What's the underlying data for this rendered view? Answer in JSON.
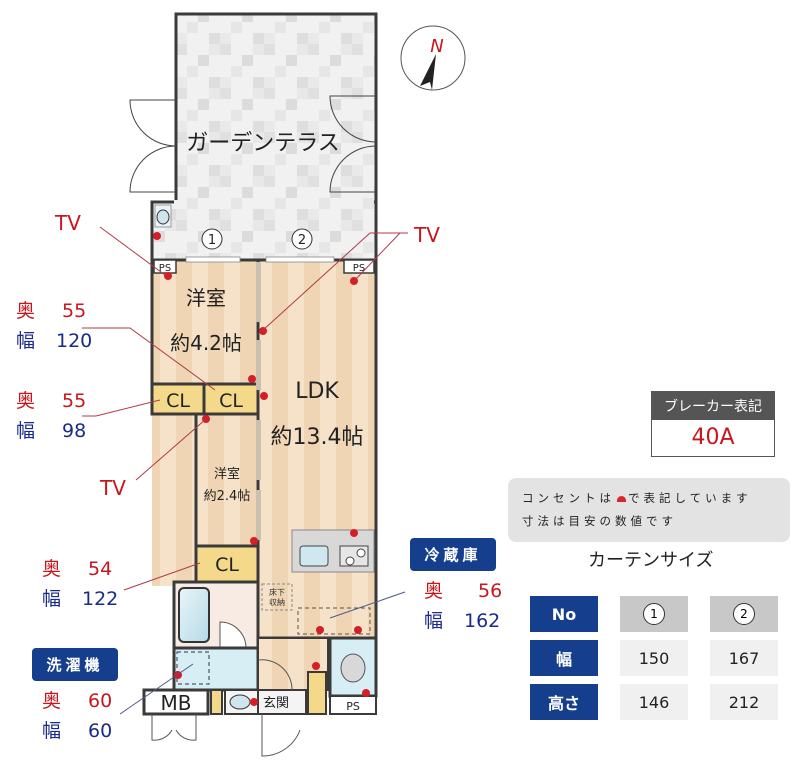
{
  "compass": {
    "label": "N"
  },
  "floorplan": {
    "garden_terrace": "ガーデンテラス",
    "window_markers": [
      "1",
      "2"
    ],
    "ps_label": "PS",
    "room_western_1": {
      "name": "洋室",
      "size": "約4.2帖"
    },
    "room_western_2": {
      "name": "洋室",
      "size": "約2.4帖"
    },
    "ldk": {
      "name": "LDK",
      "size": "約13.4帖"
    },
    "closet_label": "CL",
    "mb_label": "MB",
    "entrance_label": "玄関",
    "underfloor_storage": [
      "床下",
      "収納"
    ]
  },
  "annotations": {
    "tv_label": "TV",
    "depth_char": "奥",
    "width_char": "幅",
    "closet_1": {
      "depth": "55",
      "width": "120"
    },
    "closet_2": {
      "depth": "55",
      "width": "98"
    },
    "closet_3": {
      "depth": "54",
      "width": "122"
    },
    "fridge": {
      "title": "冷蔵庫",
      "depth": "56",
      "width": "162"
    },
    "washer": {
      "title": "洗濯機",
      "depth": "60",
      "width": "60"
    }
  },
  "breaker": {
    "title": "ブレーカー表記",
    "value": "40A"
  },
  "note": {
    "line1_before": "コンセントは",
    "line1_after": "で表記しています",
    "line2": "寸法は目安の数値です"
  },
  "curtain": {
    "title": "カーテンサイズ",
    "headers": {
      "no": "No",
      "width": "幅",
      "height": "高さ"
    },
    "columns": [
      {
        "no": "1",
        "width": "150",
        "height": "146"
      },
      {
        "no": "2",
        "width": "167",
        "height": "212"
      }
    ]
  },
  "colors": {
    "accent_red": "#c8161d",
    "accent_blue": "#153e8c",
    "wall": "#3a3a3a",
    "floor": "#f3dcc0",
    "closet": "#f5d98a"
  }
}
